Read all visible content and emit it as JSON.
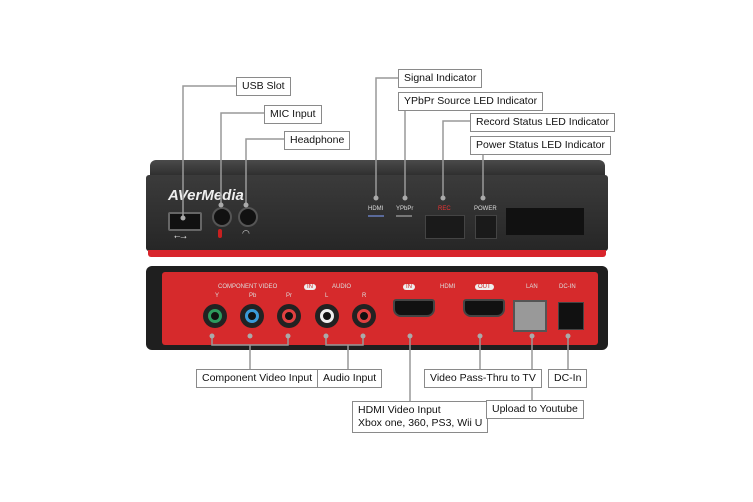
{
  "callouts_top": {
    "usb_slot": "USB Slot",
    "mic_input": "MIC Input",
    "headphone": "Headphone",
    "signal_indicator": "Signal Indicator",
    "ypbpr_led": "YPbPr Source LED Indicator",
    "record_led": "Record Status LED Indicator",
    "power_led": "Power Status LED Indicator"
  },
  "callouts_bottom": {
    "component_video": "Component Video Input",
    "audio_input": "Audio Input",
    "video_passthru": "Video Pass-Thru to TV",
    "dc_in": "DC-In",
    "hdmi_input_line1": "HDMI Video Input",
    "hdmi_input_line2": "Xbox one, 360, PS3, Wii U",
    "upload": "Upload to Youtube"
  },
  "device": {
    "brand": "AVerMedia",
    "front": {
      "hdmi": "HDMI",
      "ypbpr": "YPbPr",
      "rec": "REC",
      "power": "POWER"
    },
    "back": {
      "component_video": "COMPONENT VIDEO",
      "in": "IN",
      "audio": "AUDIO",
      "y": "Y",
      "pb": "Pb",
      "pr": "Pr",
      "l": "L",
      "r": "R",
      "hdmi_in": "IN",
      "hdmi": "HDMI",
      "hdmi_out": "OUT",
      "lan": "LAN",
      "dc_in": "DC-IN"
    }
  },
  "colors": {
    "accent_red": "#d62a2c",
    "body": "#2a2a2a"
  }
}
